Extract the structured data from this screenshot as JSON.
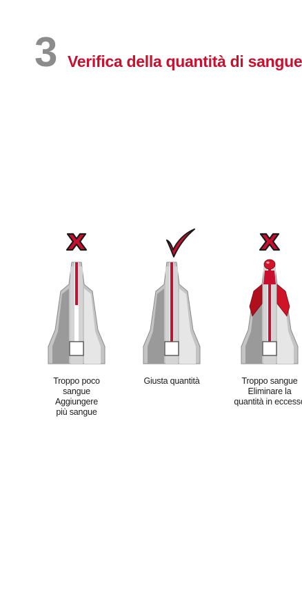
{
  "step": {
    "number": "3",
    "title": "Verifica della quantità di sangue"
  },
  "colors": {
    "accent_red": "#c8102e",
    "dark_red": "#8b0a1a",
    "metal_light": "#e2e2e2",
    "metal_mid": "#b5b5b5",
    "metal_dark": "#8a8a8a"
  },
  "items": [
    {
      "status_icon": "cross-icon",
      "fill_level": "low",
      "caption_lines": [
        "Troppo poco",
        "sangue",
        "Aggiungere",
        "più sangue"
      ]
    },
    {
      "status_icon": "check-icon",
      "fill_level": "correct",
      "caption_lines": [
        "Giusta quantità"
      ]
    },
    {
      "status_icon": "cross-icon",
      "fill_level": "excess",
      "caption_lines": [
        "Troppo sangue",
        "Eliminare la",
        "quantità in eccesso"
      ]
    }
  ]
}
